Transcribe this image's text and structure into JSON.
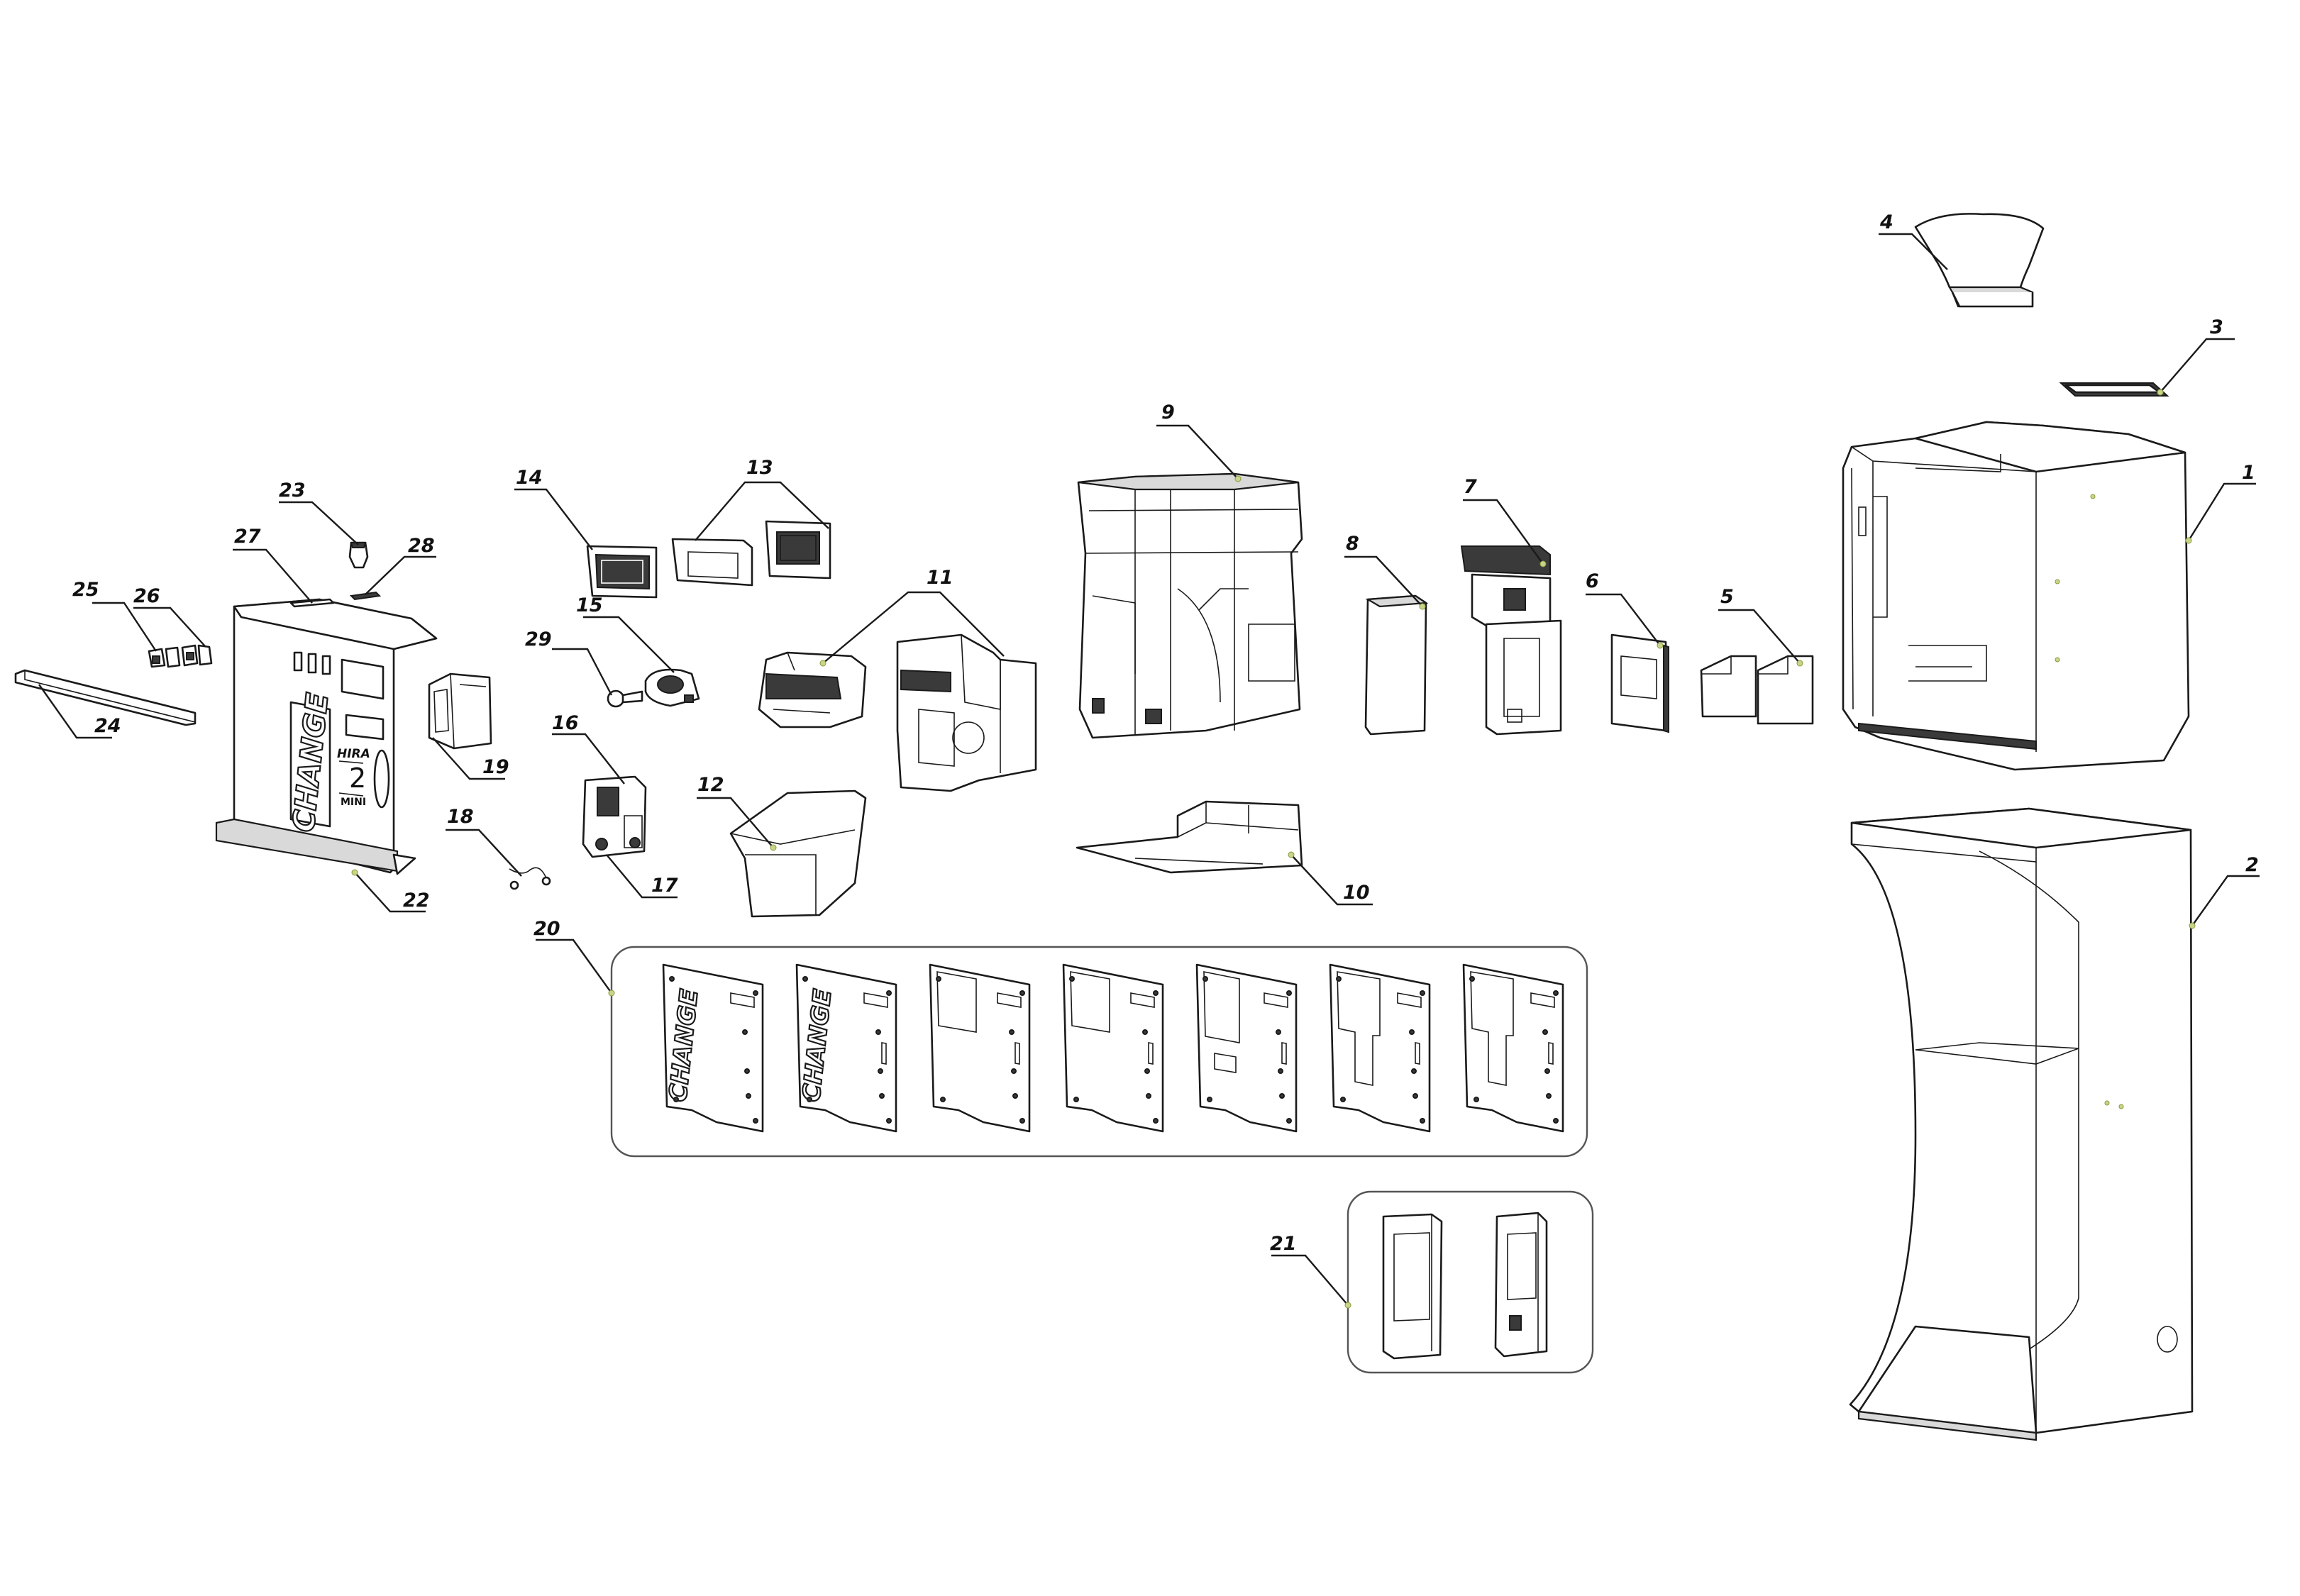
{
  "callouts": {
    "c1": "1",
    "c2": "2",
    "c3": "3",
    "c4": "4",
    "c5": "5",
    "c6": "6",
    "c7": "7",
    "c8": "8",
    "c9": "9",
    "c10": "10",
    "c11": "11",
    "c12": "12",
    "c13": "13",
    "c14": "14",
    "c15": "15",
    "c16": "16",
    "c17": "17",
    "c18": "18",
    "c19": "19",
    "c20": "20",
    "c21": "21",
    "c22": "22",
    "c23": "23",
    "c24": "24",
    "c25": "25",
    "c26": "26",
    "c27": "27",
    "c28": "28",
    "c29": "29"
  },
  "panel_text": {
    "change": "CHANGE",
    "hira": "HIRA",
    "two": "2",
    "mini": "MINI"
  }
}
